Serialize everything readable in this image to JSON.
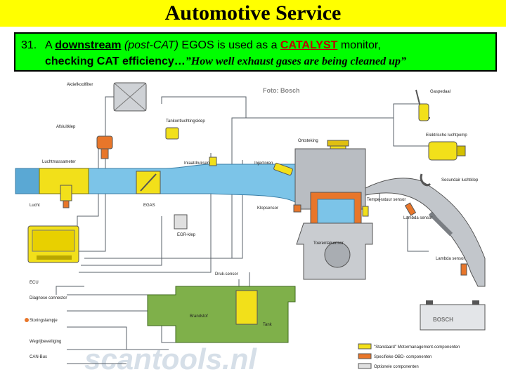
{
  "header": {
    "title": "Automotive Service"
  },
  "caption": {
    "number": "31.",
    "part1": "A ",
    "downstream": "downstream",
    "post_cat": " (post-CAT)",
    "part2": " EGOS is used as a ",
    "catalyst": "CATALYST",
    "part3": " monitor,",
    "line2_bold": "checking CAT efficiency",
    "line2_ellipsis": "…",
    "line2_quote": "”How well exhaust gases are being cleaned up”"
  },
  "diagram": {
    "photo_credit": "Foto: Bosch",
    "watermark": "scantools.nl",
    "battery_label": "BOSCH",
    "labels": {
      "aktiefkoolfilter": "Aktiefkoolfilter",
      "afsluitklep": "Afsluitklep",
      "tankontluchtingsklep": "Tankontluchtingsklep",
      "luchtmassameter": "Luchtmassameter",
      "inlaatdruksensor": "Inlaatdruksensor",
      "injectoren": "Injectoren",
      "ontsteking": "Ontsteking",
      "gaspedaal": "Gaspedaal",
      "elektrische_luchtpomp": "Elektrische luchtpomp",
      "secundair_luchtklep": "Secundair luchtklep",
      "lucht": "Lucht",
      "egas": "EGAS",
      "egr_klep": "EGR-klep",
      "klopsensor": "Klopsensor",
      "temperatuursensor": "Tempe-ratuur sensor",
      "lambda_sensor_1": "Lambda sensor",
      "lambda_sensor_2": "Lambda sensor",
      "toerentalsensor": "Toerentalsensor",
      "ecu": "ECU",
      "druksensor": "Druk-sensor",
      "diagnose_connector": "Diagnose connector",
      "storingslampje": "Storingslampje",
      "brandstof": "Brandstof",
      "tank": "Tank",
      "wegrijbeveiliging": "Wegrijbeveiliging",
      "can_bus": "CAN-Bus"
    },
    "legend": [
      {
        "label": "\"Standaard\" Motormanagement-componenten",
        "color": "#f2e01a"
      },
      {
        "label": "Specifieke OBD- componenten",
        "color": "#e8762a"
      },
      {
        "label": "Optionele componenten",
        "color": "#e0e0e0"
      }
    ]
  },
  "colors": {
    "title_bg": "#ffff00",
    "caption_bg": "#00ff00",
    "catalyst_text": "#c00000",
    "intake_blue": "#7cc4e8",
    "standard_yellow": "#f2e01a",
    "obd_orange": "#e8762a",
    "engine_grey": "#c9ccd0"
  }
}
